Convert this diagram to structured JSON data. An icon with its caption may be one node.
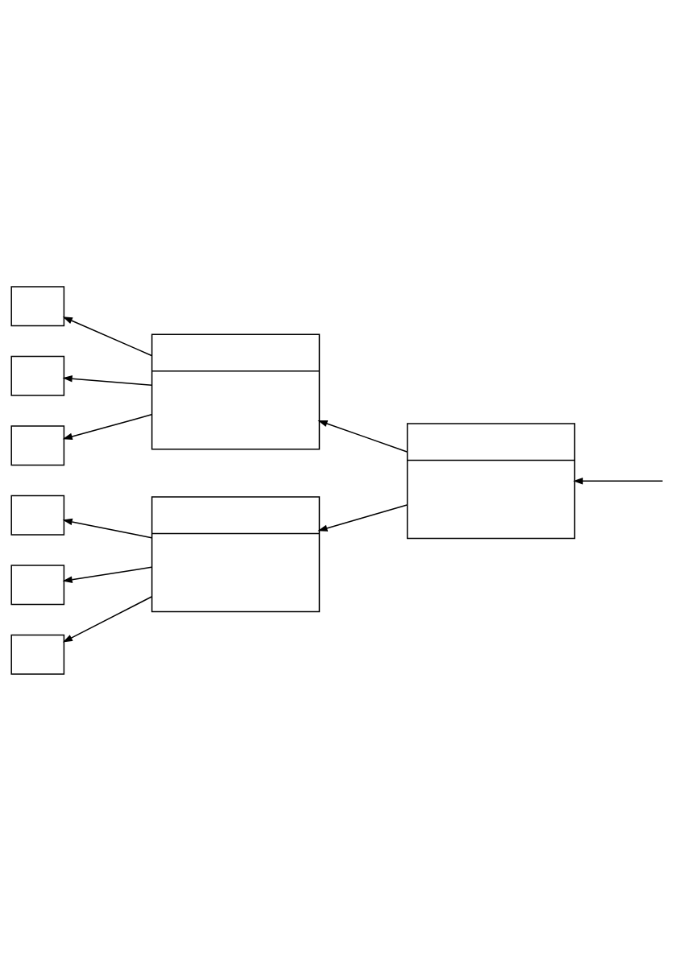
{
  "diagram": {
    "nodes": [
      {
        "text": [],
        "shape": "box"
      },
      {
        "text": [],
        "shape": "box"
      },
      {
        "text": [],
        "shape": "box"
      },
      {
        "text": [],
        "shape": "box"
      },
      {
        "text": [],
        "shape": "box"
      },
      {
        "text": [],
        "shape": "box"
      },
      {
        "text": [],
        "shape": "box"
      },
      {
        "text": [],
        "shape": "box"
      },
      {
        "text": [],
        "shape": "box"
      }
    ],
    "edges": [
      {
        "from": null,
        "to": 2,
        "arrow": "to"
      },
      {
        "from": 2,
        "to": 1,
        "arrow": "to"
      },
      {
        "from": 2,
        "to": 6,
        "arrow": "to"
      },
      {
        "from": 1,
        "to": 0,
        "arrow": "to"
      },
      {
        "from": 1,
        "to": 3,
        "arrow": "to"
      },
      {
        "from": 1,
        "to": 4,
        "arrow": "to"
      },
      {
        "from": 6,
        "to": 5,
        "arrow": "to"
      },
      {
        "from": 6,
        "to": 7,
        "arrow": "to"
      },
      {
        "from": 6,
        "to": 8,
        "arrow": "to"
      }
    ]
  }
}
